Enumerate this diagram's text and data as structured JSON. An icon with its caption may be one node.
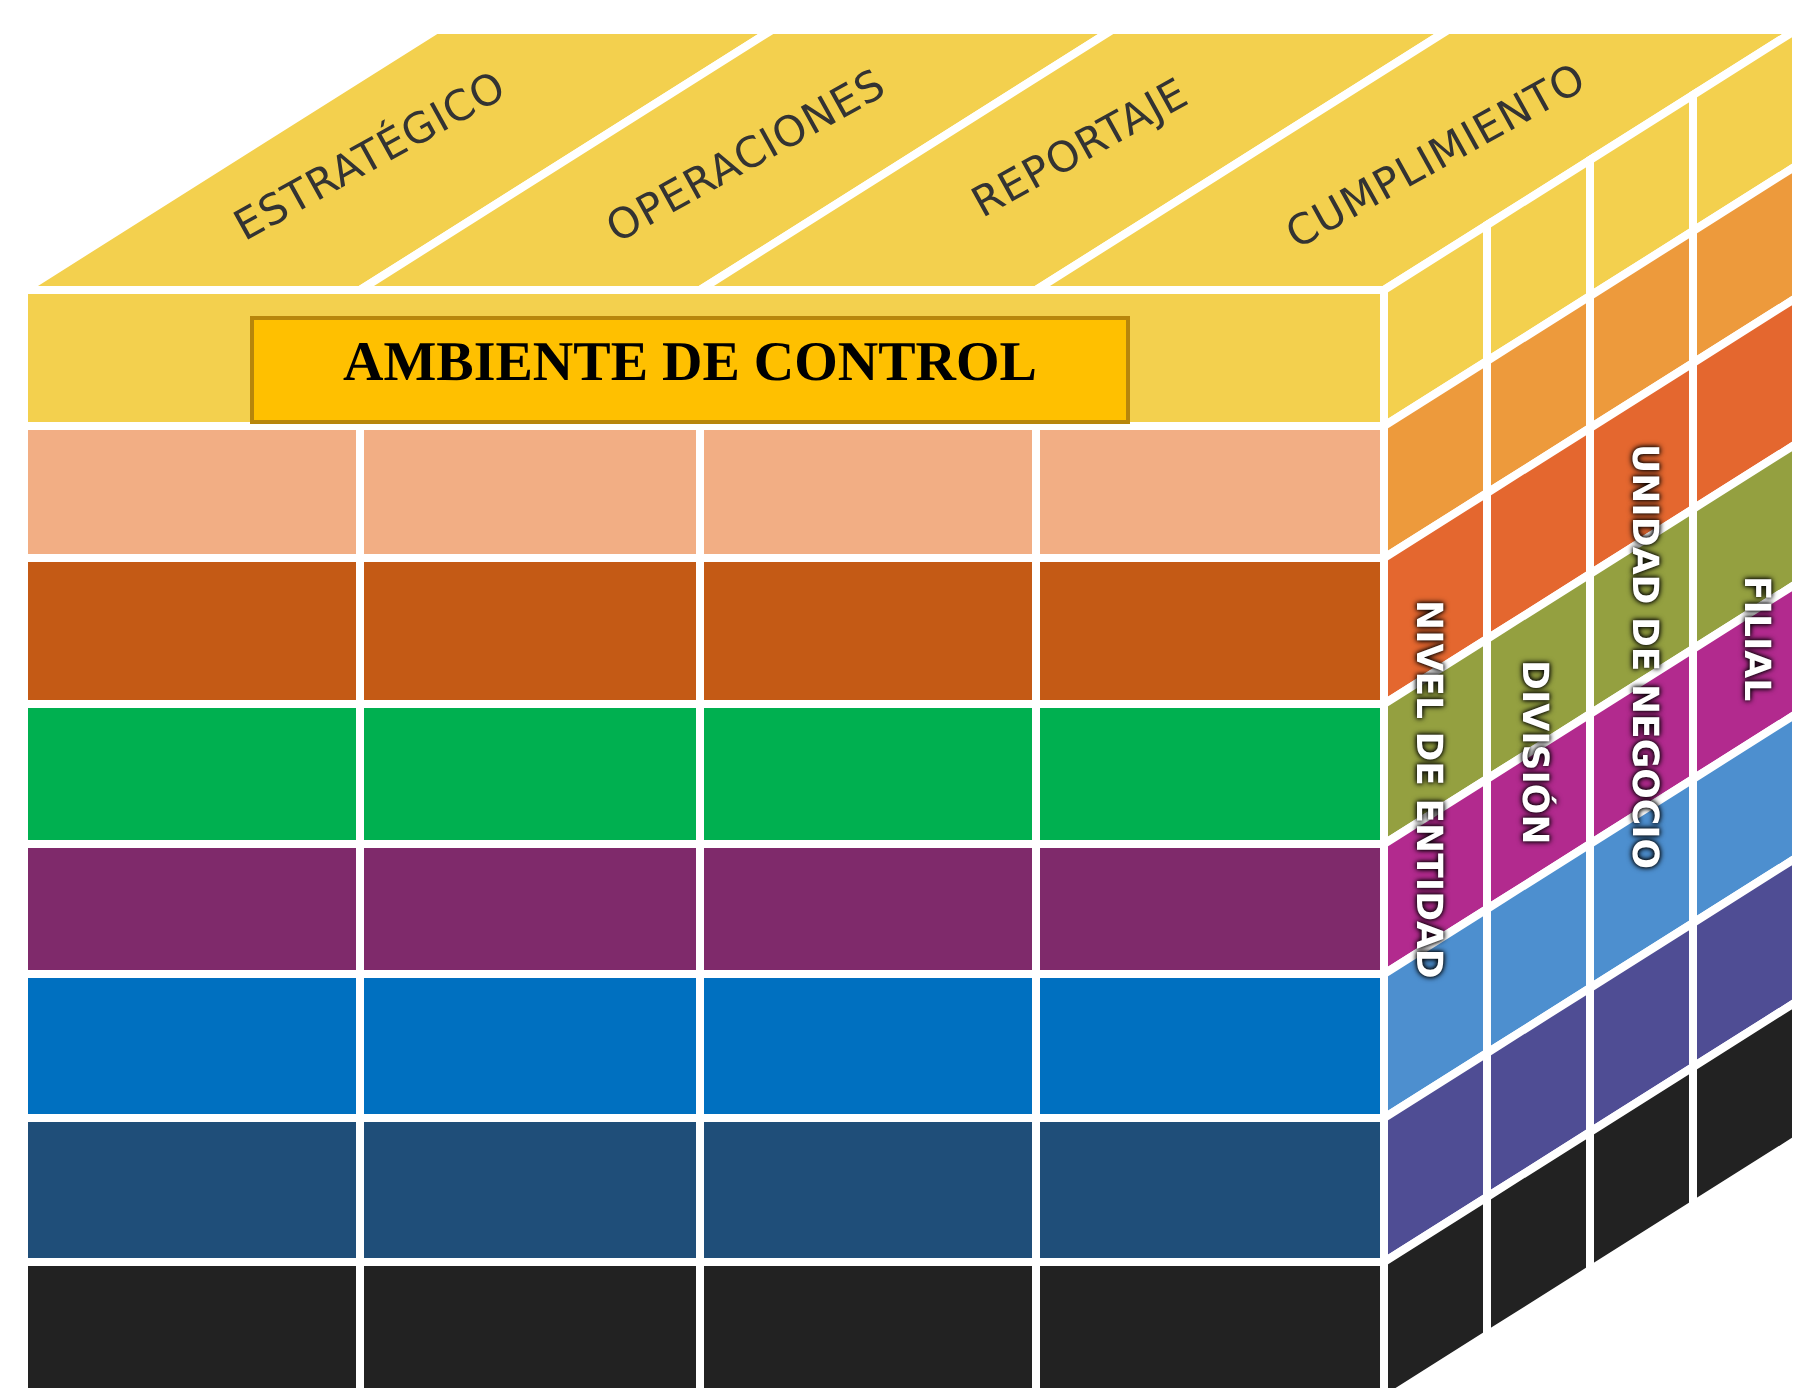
{
  "diagram": {
    "labels": [
      "ESTRATÉGICO",
      "OPERACIONES",
      "REPORTAJE",
      "CUMPLIMIENTO",
      "AMBIENTE DE CONTROL",
      "NIVEL DE ENTIDAD",
      "DIVISIÓN",
      "UNIDAD DE NEGOCIO",
      "FILIAL"
    ]
  }
}
